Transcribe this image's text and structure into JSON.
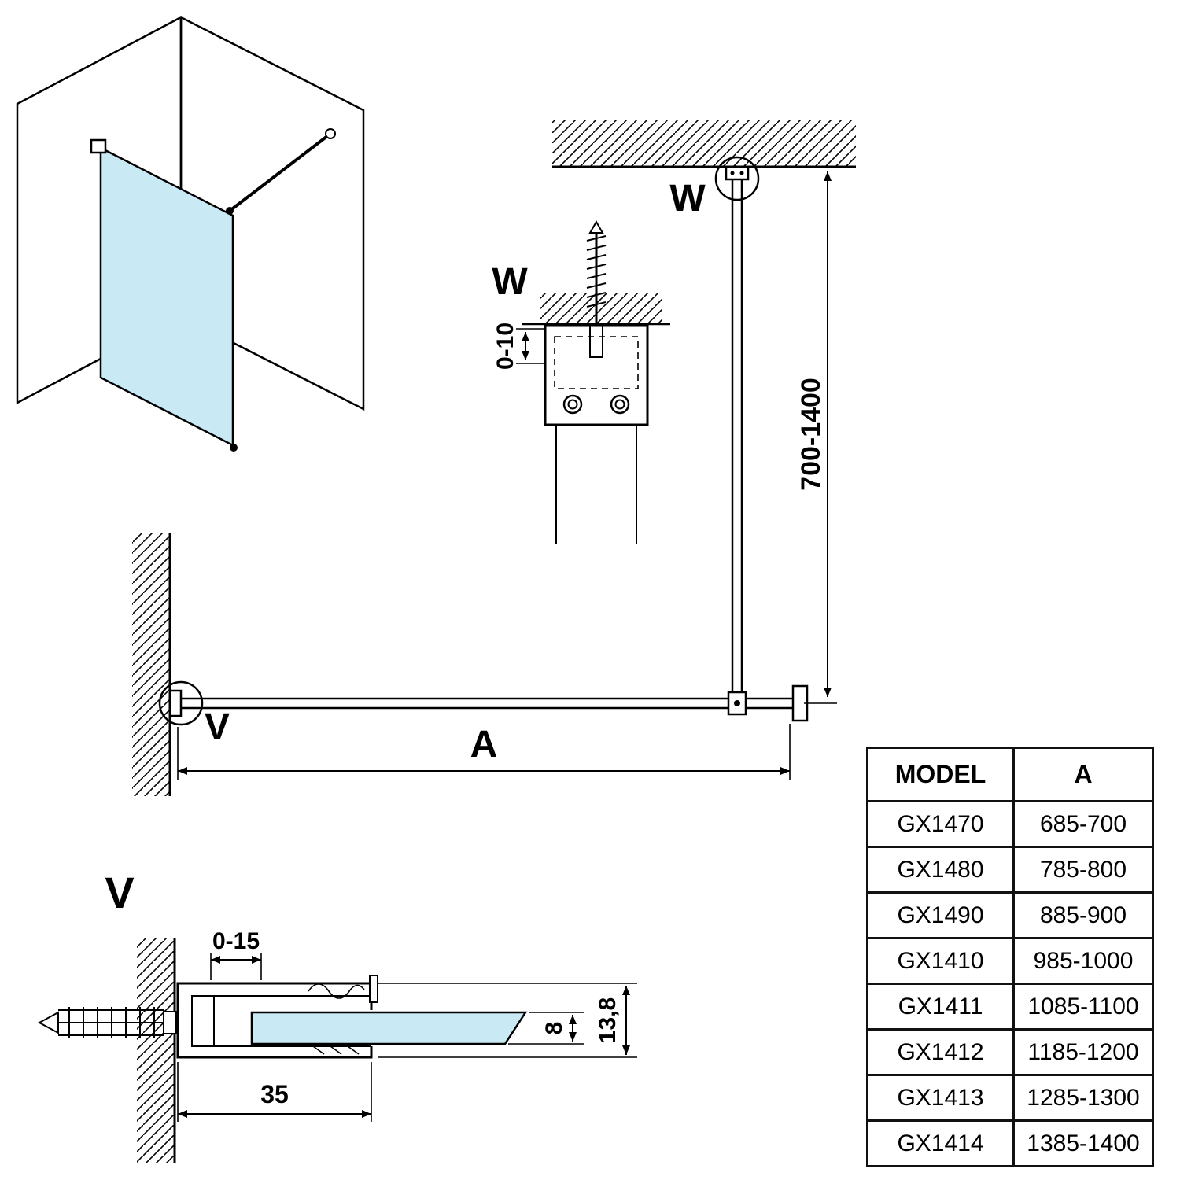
{
  "detail_w": {
    "label": "W",
    "dim_offset": "0-10"
  },
  "elevation": {
    "callout_w": "W",
    "callout_v": "V",
    "dim_height": "700-1400",
    "dim_width": "A"
  },
  "detail_v": {
    "label": "V",
    "dim_adjust": "0-15",
    "dim_depth": "35",
    "dim_glass_thickness": "8",
    "dim_profile_height": "13,8"
  },
  "table": {
    "headers": [
      "MODEL",
      "A"
    ],
    "rows": [
      [
        "GX1470",
        "685-700"
      ],
      [
        "GX1480",
        "785-800"
      ],
      [
        "GX1490",
        "885-900"
      ],
      [
        "GX1410",
        "985-1000"
      ],
      [
        "GX1411",
        "1085-1100"
      ],
      [
        "GX1412",
        "1185-1200"
      ],
      [
        "GX1413",
        "1285-1300"
      ],
      [
        "GX1414",
        "1385-1400"
      ]
    ]
  },
  "colors": {
    "glass": "#c9eaf4",
    "line": "#000000"
  }
}
